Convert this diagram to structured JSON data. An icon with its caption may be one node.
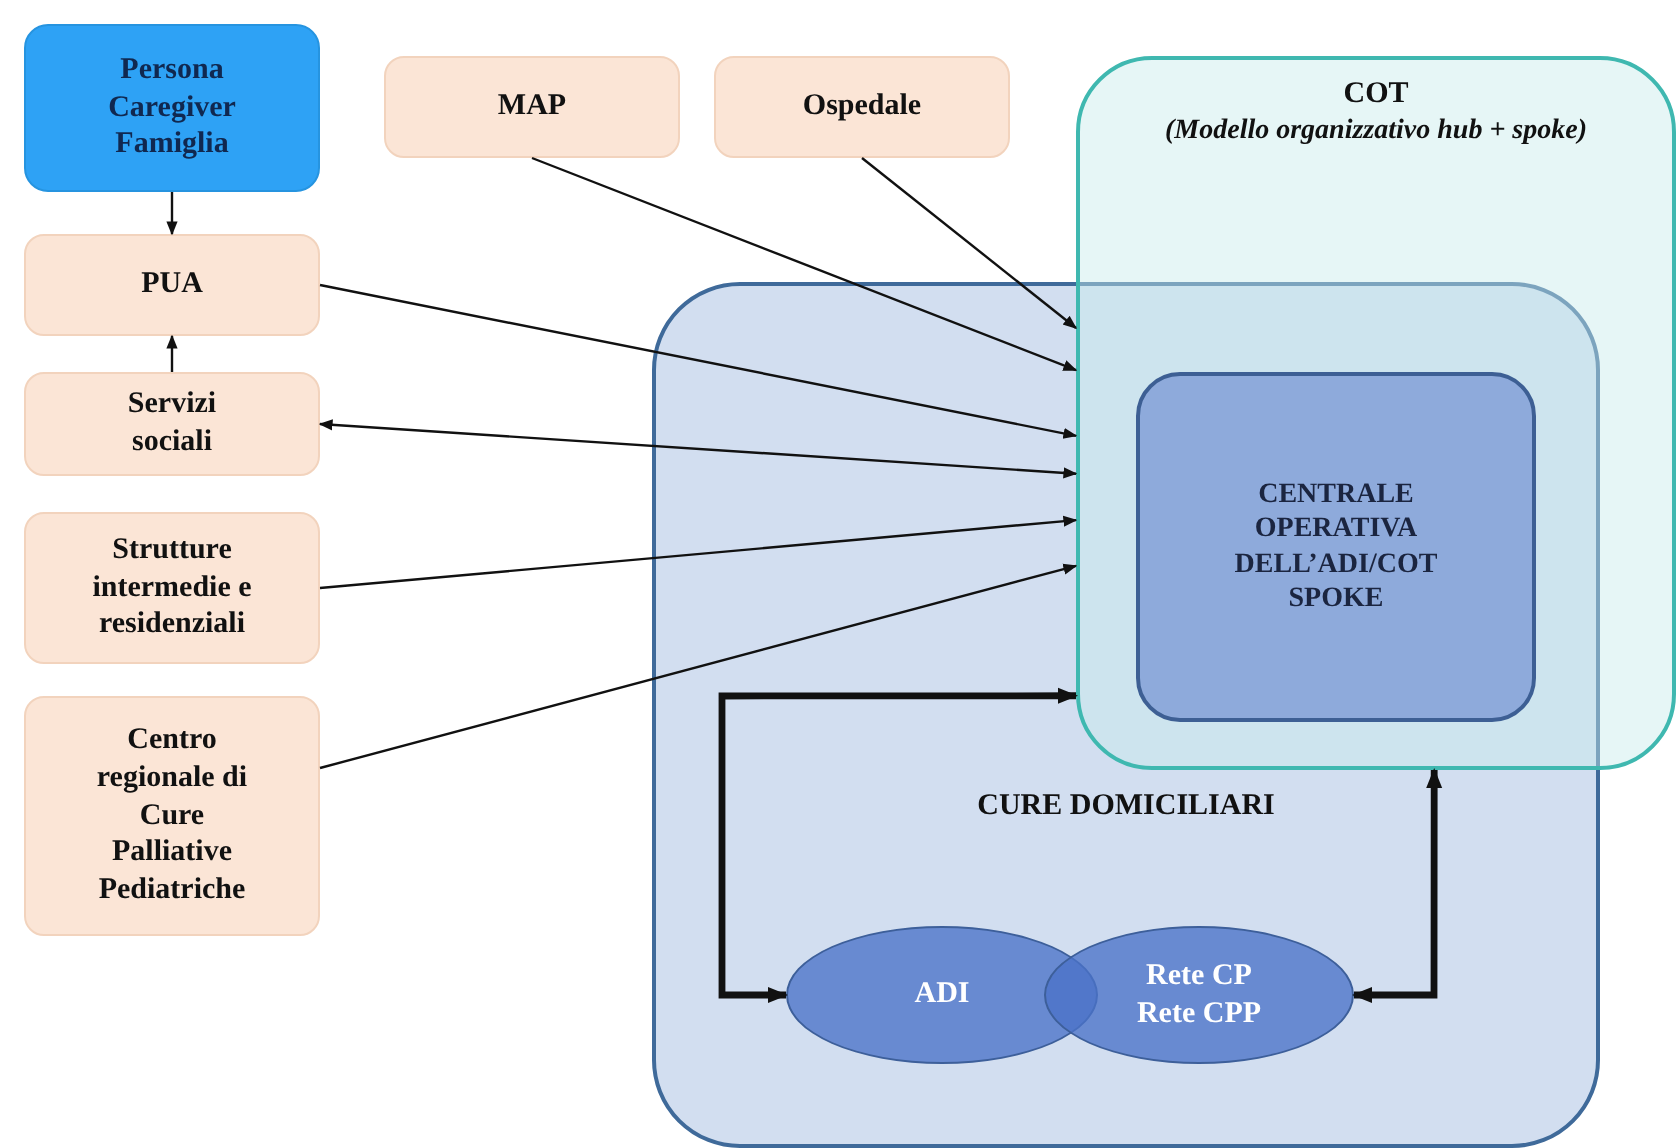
{
  "diagram": {
    "nodes": [
      {
        "text": [
          "Persona Caregiver Famiglia"
        ]
      },
      {
        "text": [
          "PUA"
        ]
      },
      {
        "text": [
          "Servizi sociali"
        ]
      },
      {
        "text": [
          "Strutture intermedie e residenziali"
        ]
      },
      {
        "text": [
          "Centro regionale di Cure Palliative Pediatriche"
        ]
      },
      {
        "text": [
          "MAP"
        ]
      },
      {
        "text": [
          "Ospedale"
        ]
      },
      {
        "text": [
          "COT",
          "(Modello organizzativo hub + spoke)"
        ]
      },
      {
        "text": [
          "CURE DOMICILIARI"
        ]
      },
      {
        "text": [
          "CENTRALE OPERATIVA DELL’ADI/COT SPOKE"
        ]
      },
      {
        "text": [
          "ADI"
        ],
        "in": 8
      },
      {
        "text": [
          "Rete CP Rete CPP"
        ],
        "in": 8
      }
    ],
    "edges": [
      {
        "from": 0,
        "to": 1,
        "arrow": "to"
      },
      {
        "from": 2,
        "to": 1,
        "arrow": "to"
      },
      {
        "from": 5,
        "to": 7,
        "arrow": "to"
      },
      {
        "from": 6,
        "to": 7,
        "arrow": "to"
      },
      {
        "from": 1,
        "to": 7,
        "arrow": "to"
      },
      {
        "from": 2,
        "to": 7,
        "arrow": "both"
      },
      {
        "from": 3,
        "to": 7,
        "arrow": "to"
      },
      {
        "from": 4,
        "to": 7,
        "arrow": "to"
      },
      {
        "from": 7,
        "to": 10,
        "arrow": "both",
        "style": "thick"
      },
      {
        "from": 11,
        "to": 7,
        "arrow": "both",
        "style": "thick"
      }
    ]
  }
}
